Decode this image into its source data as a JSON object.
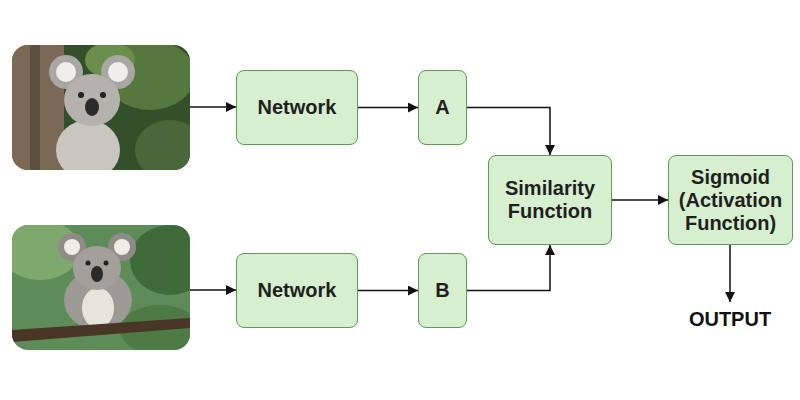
{
  "diagram": {
    "nodes": [
      {
        "text": [
          "Network"
        ]
      },
      {
        "text": [
          "A"
        ]
      },
      {
        "text": [
          "Similarity Function"
        ]
      },
      {
        "text": [
          "Sigmoid (Activation Function)"
        ]
      },
      {
        "text": [
          "Network"
        ]
      },
      {
        "text": [
          "B"
        ]
      }
    ],
    "edges": [
      {
        "from": 0,
        "to": 1,
        "arrow": "to"
      },
      {
        "from": 1,
        "to": 2,
        "arrow": "to"
      },
      {
        "from": 4,
        "to": 5,
        "arrow": "to"
      },
      {
        "from": 5,
        "to": 2,
        "arrow": "to"
      },
      {
        "from": 2,
        "to": 3,
        "arrow": "to"
      }
    ],
    "labels": [
      "OUTPUT"
    ]
  }
}
